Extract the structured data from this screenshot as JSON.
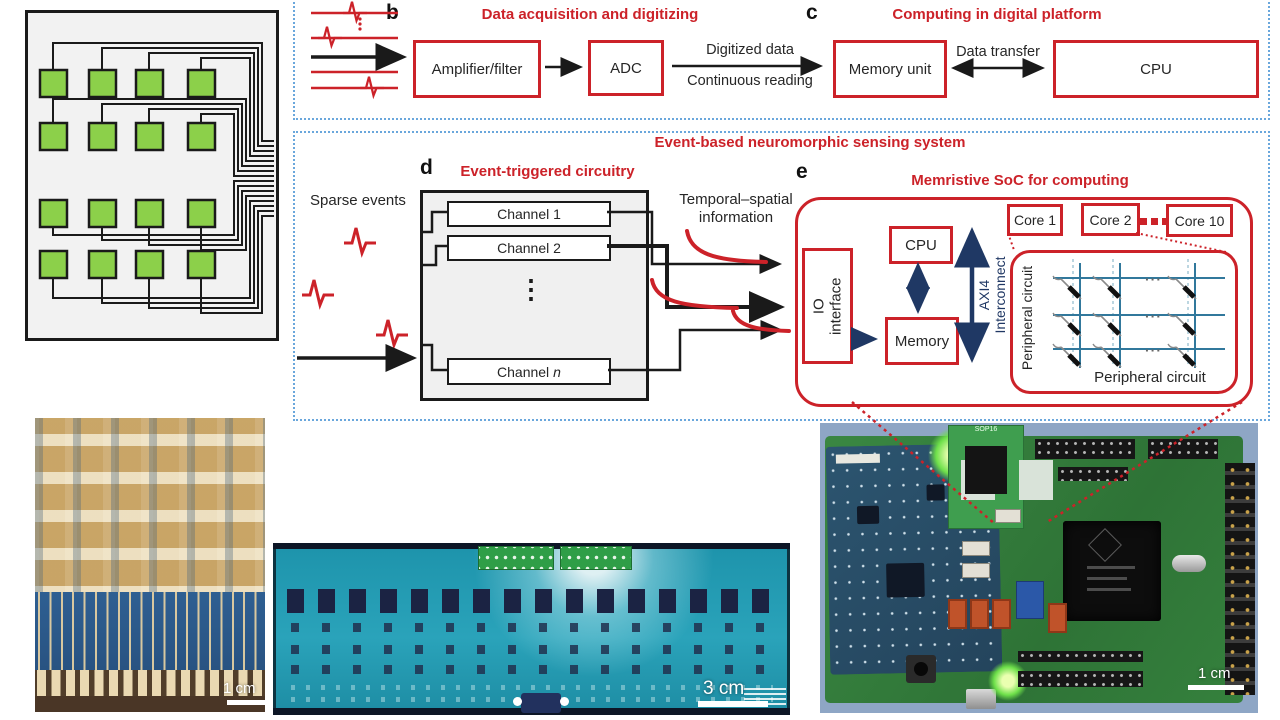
{
  "panel_b": {
    "label": "b",
    "title": "Data acquisition and digitizing",
    "amplifier": "Amplifier/filter",
    "adc": "ADC",
    "arrow_top": "Digitized data",
    "arrow_bottom": "Continuous reading"
  },
  "panel_c": {
    "label": "c",
    "title": "Computing in digital platform",
    "memory": "Memory unit",
    "transfer": "Data transfer",
    "cpu": "CPU"
  },
  "event_panel": {
    "title": "Event-based neuromorphic sensing system",
    "sparse": "Sparse events",
    "d_label": "d",
    "d_title": "Event-triggered circuitry",
    "channel1": "Channel 1",
    "channel2": "Channel 2",
    "vdots": "⋮",
    "channel_n_prefix": "Channel",
    "channel_n_var": "n",
    "temporal_line1": "Temporal–spatial",
    "temporal_line2": "information"
  },
  "panel_e": {
    "label": "e",
    "title": "Memristive SoC for computing",
    "core1": "Core 1",
    "core2": "Core 2",
    "core10": "Core 10",
    "cpu": "CPU",
    "io_line1": "IO",
    "io_line2": "interface",
    "memory": "Memory",
    "axi_line1": "AXI4",
    "axi_line2": "Interconnect",
    "peripheral_left": "Peripheral circuit",
    "peripheral_bottom": "Peripheral circuit",
    "hdots": "···"
  },
  "photos": {
    "left_scale": "1 cm",
    "mid_scale": "3 cm",
    "right_scale": "1 cm",
    "sop16": "SOP16"
  },
  "colors": {
    "accent_red": "#cc2229",
    "navy_arrow": "#1f3864",
    "dashed_blue": "#6aa7dc",
    "electrode_green": "#8cd04a",
    "crossbar_teal": "#31789c"
  }
}
